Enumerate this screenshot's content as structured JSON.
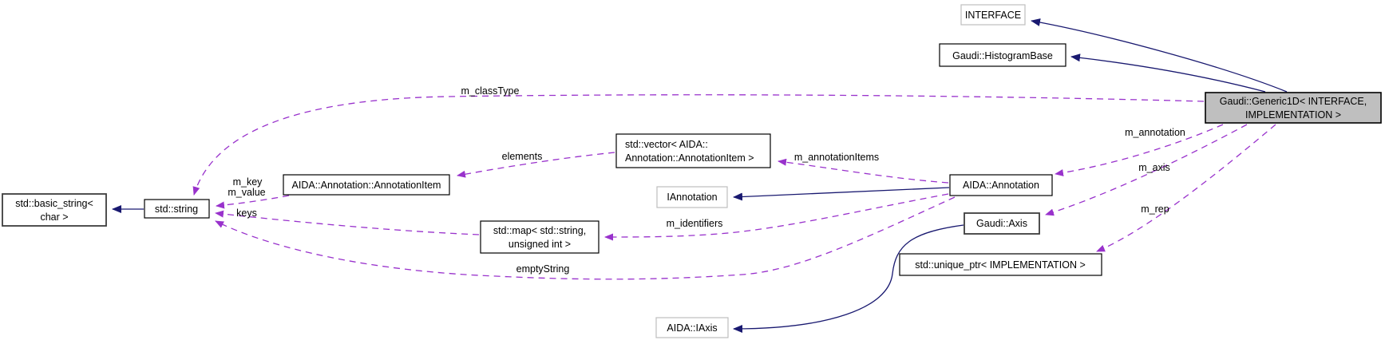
{
  "diagram": {
    "kind": "collaboration-graph",
    "colors": {
      "background": "#ffffff",
      "inheritance_edge": "#191970",
      "usage_edge": "#9932cc",
      "node_fill": "#ffffff",
      "current_node_fill": "#bfbfbf",
      "node_border": "#000000",
      "external_node_border": "#bebebe",
      "text": "#000000"
    },
    "nodes": {
      "interface": {
        "label": "INTERFACE"
      },
      "histogram_base": {
        "label": "Gaudi::HistogramBase"
      },
      "generic1d": {
        "line1": "Gaudi::Generic1D< INTERFACE,",
        "line2": "IMPLEMENTATION >"
      },
      "basic_string": {
        "line1": "std::basic_string<",
        "line2": "char >"
      },
      "std_string": {
        "label": "std::string"
      },
      "annotation_item": {
        "label": "AIDA::Annotation::AnnotationItem"
      },
      "vector_annotation_item": {
        "line1": "std::vector< AIDA::",
        "line2": "Annotation::AnnotationItem >"
      },
      "iannotation": {
        "label": "IAnnotation"
      },
      "aida_annotation": {
        "label": "AIDA::Annotation"
      },
      "gaudi_axis": {
        "label": "Gaudi::Axis"
      },
      "map_string_uint": {
        "line1": "std::map< std::string,",
        "line2": "unsigned int >"
      },
      "unique_ptr": {
        "label": "std::unique_ptr< IMPLEMENTATION >"
      },
      "iaxis": {
        "label": "AIDA::IAxis"
      }
    },
    "edge_labels": {
      "m_classType": "m_classType",
      "m_key": "m_key",
      "m_value": "m_value",
      "keys": "keys",
      "elements": "elements",
      "m_annotationItems": "m_annotationItems",
      "m_identifiers": "m_identifiers",
      "emptyString": "emptyString",
      "m_annotation": "m_annotation",
      "m_axis": "m_axis",
      "m_rep": "m_rep"
    }
  }
}
